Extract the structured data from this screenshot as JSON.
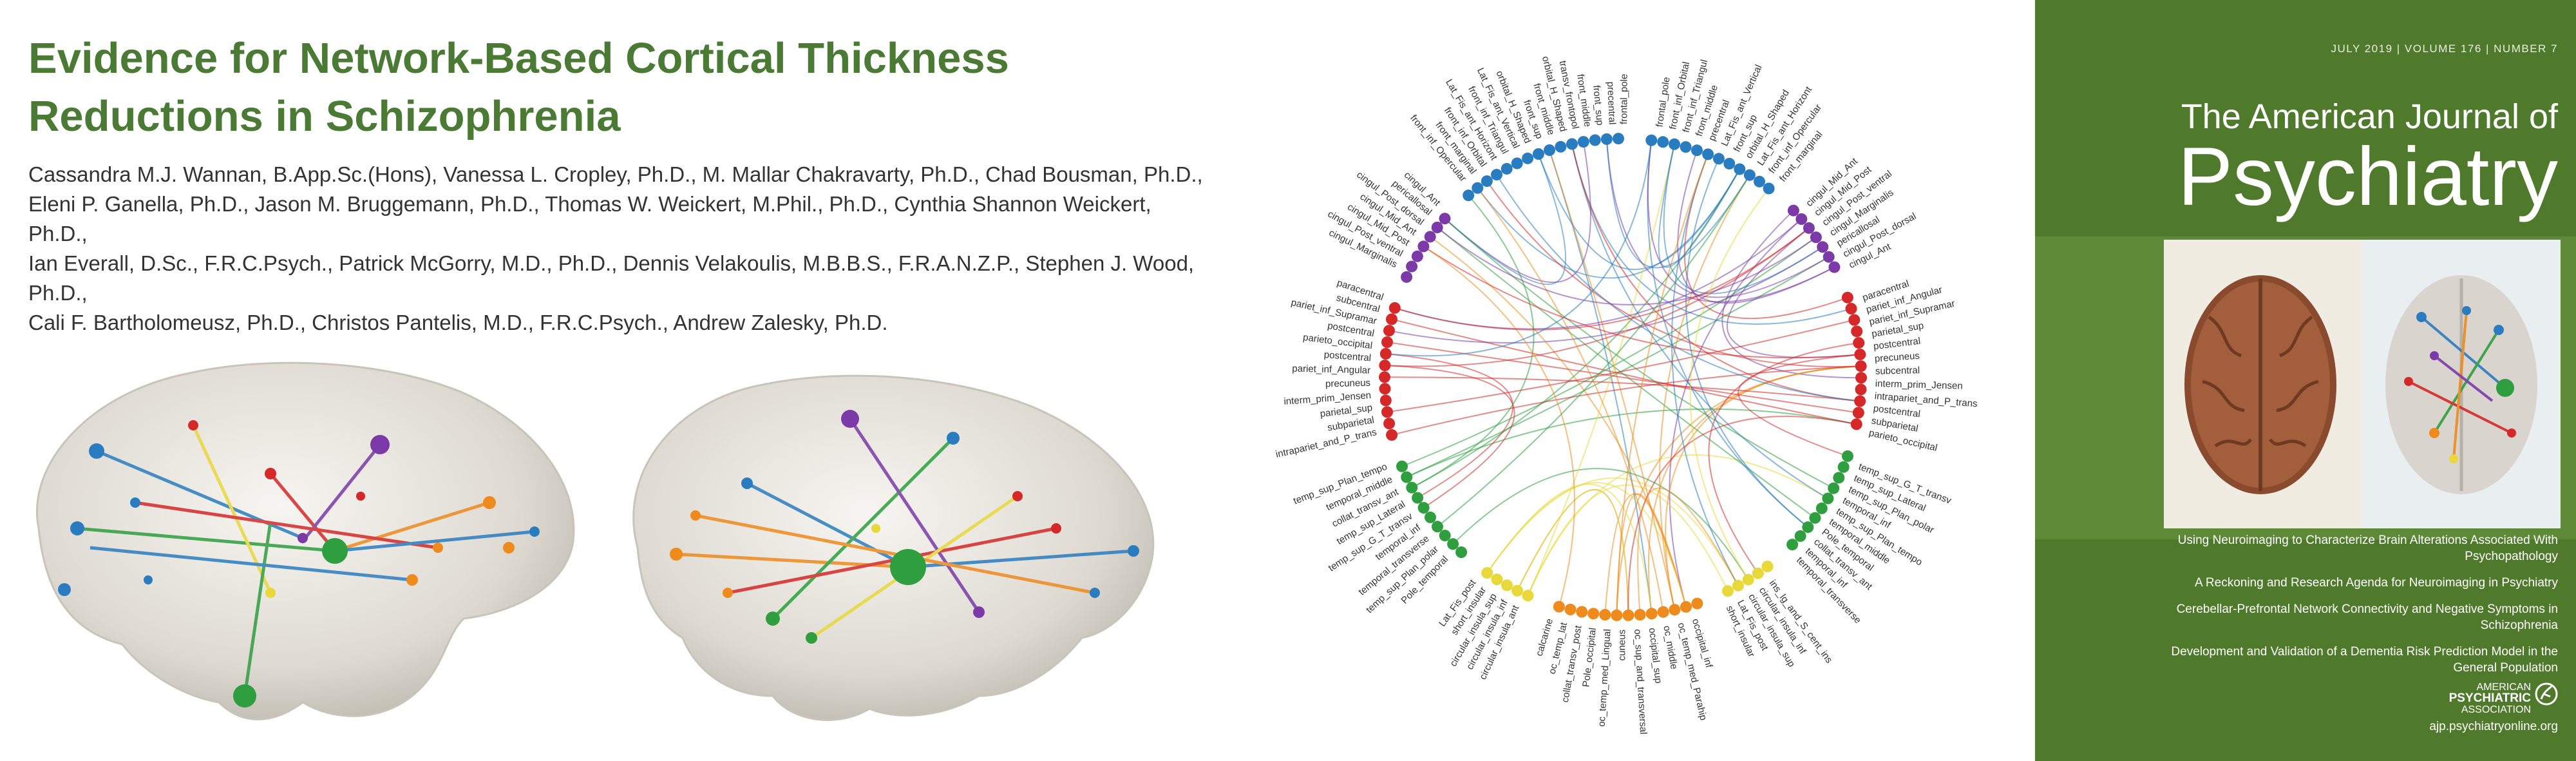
{
  "article": {
    "title_line1": "Evidence for Network-Based Cortical Thickness",
    "title_line2": "Reductions in Schizophrenia",
    "authors": [
      "Cassandra M.J. Wannan, B.App.Sc.(Hons), Vanessa L. Cropley, Ph.D., M. Mallar Chakravarty, Ph.D., Chad Bousman, Ph.D.,",
      "Eleni P. Ganella, Ph.D., Jason M. Bruggemann, Ph.D., Thomas W. Weickert, M.Phil., Ph.D., Cynthia Shannon Weickert, Ph.D.,",
      "Ian Everall, D.Sc., F.R.C.Psych., Patrick McGorry, M.D., Ph.D., Dennis Velakoulis, M.B.B.S., F.R.A.N.Z.P., Stephen J. Wood, Ph.D.,",
      "Cali F. Bartholomeusz, Ph.D., Christos Pantelis, M.D., F.R.C.Psych., Andrew Zalesky, Ph.D."
    ]
  },
  "colors": {
    "title": "#4a7a34",
    "frontal": "#2a7cc0",
    "cingulate": "#7b3aa8",
    "parietal": "#d62828",
    "temporal": "#2e9e3e",
    "insula": "#e8d83a",
    "occipital": "#ef8a1c",
    "cover_bg": "#4f7a2c"
  },
  "connectogram": {
    "groups": [
      {
        "name": "frontal_right",
        "color": "#2a7cc0",
        "labels": [
          "frontal_pole",
          "front_inf_Orbital",
          "front_inf_Triangul",
          "front_middle",
          "precentral",
          "Lat_Fis_ant_Vertical",
          "front_sup",
          "orbital_H_Shaped",
          "Lat_Fis_ant_Horizont",
          "front_inf_Opercular",
          "front_marginal"
        ]
      },
      {
        "name": "cingulate_right",
        "color": "#7b3aa8",
        "labels": [
          "cingul_Mid_Ant",
          "cingul_Mid_Post",
          "cingul_Post_ventral",
          "cingul_Marginalis",
          "pericallosal",
          "cingul_Post_dorsal",
          "cingul_Ant"
        ]
      },
      {
        "name": "parietal_right",
        "color": "#d62828",
        "labels": [
          "paracentral",
          "pariet_inf_Angular",
          "pariet_inf_Supramar",
          "parietal_sup",
          "postcentral",
          "precuneus",
          "subcentral",
          "interm_prim_Jensen",
          "intrapariet_and_P_trans",
          "postcentral",
          "subparietal",
          "parieto_occipital"
        ]
      },
      {
        "name": "temporal_right",
        "color": "#2e9e3e",
        "labels": [
          "temp_sup_G_T_transv",
          "temp_sup_Lateral",
          "temp_sup_Plan_polar",
          "temporal_inf",
          "temp_sup_Plan_tempo",
          "temporal_middle",
          "Pole_temporal",
          "collat_transv_ant",
          "temporal_inf",
          "temporal_transverse"
        ]
      },
      {
        "name": "insula_right",
        "color": "#e8d83a",
        "labels": [
          "ins_lg_and_S_cent_ins",
          "circular_insula_inf",
          "circular_insula_sup",
          "Lat_Fis_post",
          "short_insular"
        ]
      },
      {
        "name": "occipital",
        "color": "#ef8a1c",
        "labels": [
          "occipital_inf",
          "oc_temp_med_Parahip",
          "oc_middle",
          "occipital_sup",
          "oc_sup_and_transversal",
          "cuneus",
          "oc_temp_med_Lingual",
          "Pole_occipital",
          "collat_transv_post",
          "oc_temp_lat",
          "calcarine"
        ]
      },
      {
        "name": "insula_left",
        "color": "#e8d83a",
        "labels": [
          "circular_insula_ant",
          "circular_insula_inf",
          "circular_insula_sup",
          "short_insular",
          "Lat_Fis_post"
        ]
      },
      {
        "name": "temporal_left",
        "color": "#2e9e3e",
        "labels": [
          "Pole_temporal",
          "temp_sup_Plan_polar",
          "temporal_transverse",
          "temporal_inf",
          "temp_sup_G_T_transv",
          "temp_sup_Lateral",
          "collat_transv_ant",
          "temporal_middle",
          "temp_sup_Plan_tempo"
        ]
      },
      {
        "name": "parietal_left",
        "color": "#d62828",
        "labels": [
          "intrapariet_and_P_trans",
          "subparietal",
          "parietal_sup",
          "interm_prim_Jensen",
          "precuneus",
          "pariet_inf_Angular",
          "postcentral",
          "parieto_occipital",
          "postcentral",
          "pariet_inf_Supramar",
          "subcentral",
          "paracentral"
        ]
      },
      {
        "name": "cingulate_left",
        "color": "#7b3aa8",
        "labels": [
          "cingul_Marginalis",
          "cingul_Post_ventral",
          "cingul_Mid_Post",
          "cingul_Mid_Ant",
          "cingul_Post_dorsal",
          "pericallosal",
          "cingul_Ant"
        ]
      },
      {
        "name": "frontal_left",
        "color": "#2a7cc0",
        "labels": [
          "front_inf_Opercular",
          "front_marginal",
          "front_inf_Orbital",
          "Lat_Fis_ant_Horizont",
          "front_inf_Triangul",
          "Lat_Fis_ant_Vertical",
          "orbital_H_Shaped",
          "front_sup",
          "front_middle",
          "orbital_H_Shaped",
          "transv_frontopol",
          "front_middle",
          "front_sup",
          "precentral",
          "frontal_pole"
        ]
      }
    ]
  },
  "cover": {
    "issue": "JULY 2019 | VOLUME 176 | NUMBER 7",
    "journal_small": "The American Journal of",
    "journal_big": "Psychiatry",
    "headlines": [
      "Using Neuroimaging to Characterize Brain Alterations Associated With Psychopathology",
      "A Reckoning and Research Agenda for Neuroimaging in Psychiatry",
      "Cerebellar-Prefrontal Network Connectivity and Negative Symptoms in Schizophrenia",
      "Development and Validation of a Dementia Risk Prediction Model in the General Population"
    ],
    "apa_line1": "AMERICAN",
    "apa_line2": "PSYCHIATRIC",
    "apa_line3": "ASSOCIATION",
    "url": "ajp.psychiatryonline.org"
  }
}
